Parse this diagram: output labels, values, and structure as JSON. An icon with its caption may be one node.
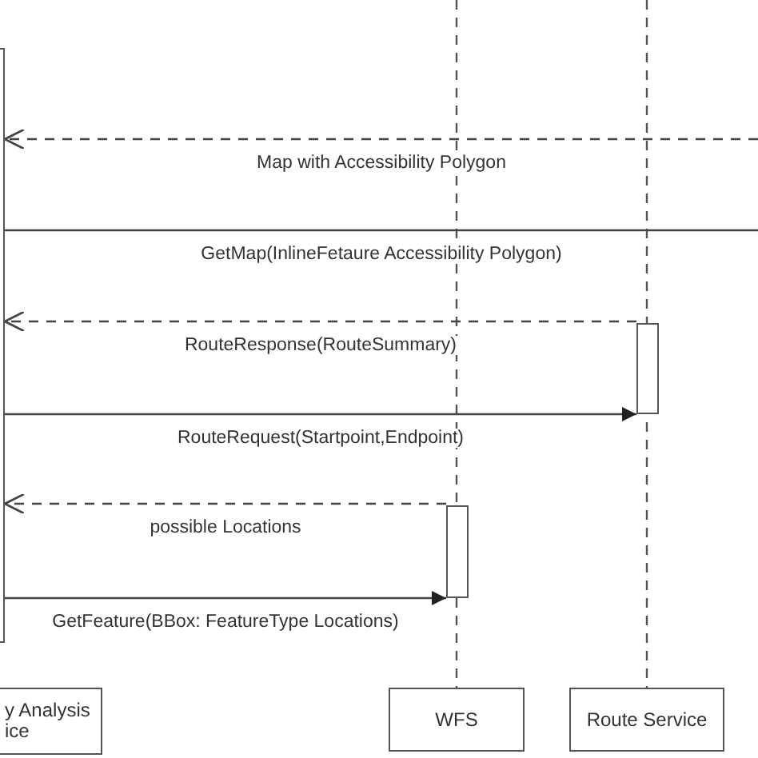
{
  "diagram": {
    "nodes": [
      {
        "text": [
          "y Analysis ice"
        ]
      },
      {
        "text": [
          "WFS"
        ]
      },
      {
        "text": [
          "Route Service"
        ]
      },
      {
        "text": [],
        "shape": "bar"
      },
      {
        "text": [],
        "shape": "bar"
      },
      {
        "text": [],
        "shape": "bar"
      }
    ],
    "edges": [
      {
        "from": null,
        "to": 5,
        "arrow": "to",
        "style": "dashed",
        "label": "Map with Accessibility Polygon"
      },
      {
        "from": 5,
        "to": null,
        "arrow": "none",
        "label": "GetMap(InlineFetaure Accessibility Polygon)"
      },
      {
        "from": 4,
        "to": 5,
        "arrow": "to",
        "style": "dashed",
        "label": "RouteResponse(RouteSummary)"
      },
      {
        "from": 5,
        "to": 4,
        "arrow": "to",
        "label": "RouteRequest(Startpoint,Endpoint)"
      },
      {
        "from": 3,
        "to": 5,
        "arrow": "to",
        "style": "dashed",
        "label": "possible Locations"
      },
      {
        "from": 5,
        "to": 3,
        "arrow": "to",
        "label": "GetFeature(BBox: FeatureType Locations)"
      }
    ]
  }
}
